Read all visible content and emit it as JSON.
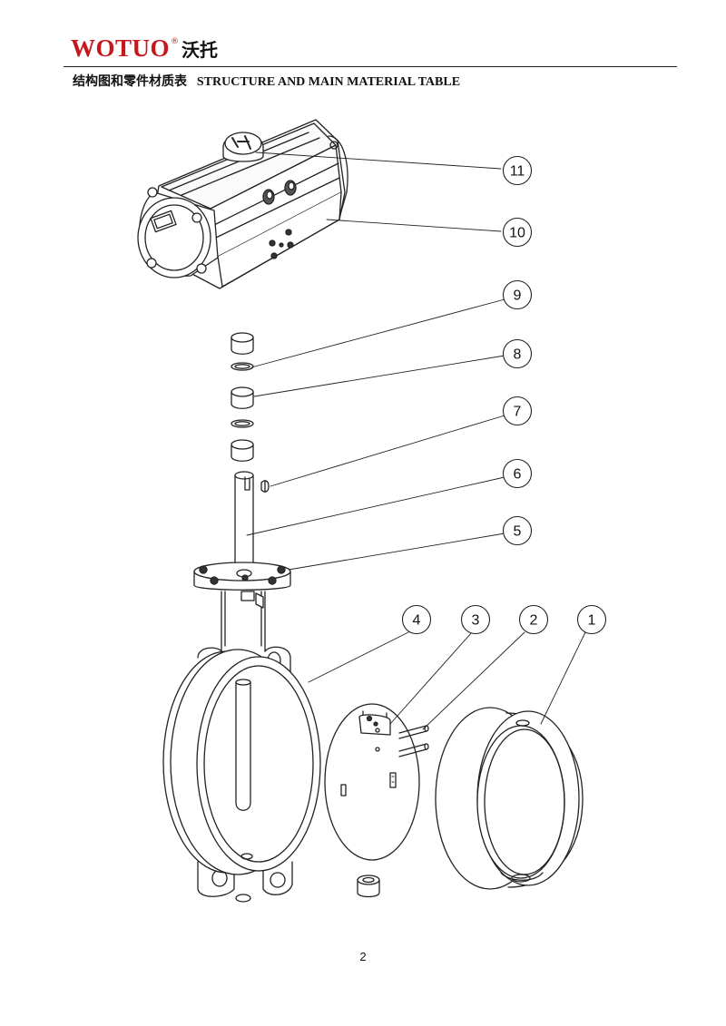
{
  "header": {
    "brand": "WOTUO",
    "registered_mark": "®",
    "brand_cn": "沃托",
    "title_cn": "结构图和零件材质表",
    "title_en": "STRUCTURE AND MAIN MATERIAL TABLE",
    "brand_color": "#c8161d"
  },
  "callouts": [
    "1",
    "2",
    "3",
    "4",
    "5",
    "6",
    "7",
    "8",
    "9",
    "10",
    "11"
  ],
  "footer": {
    "page_number": "2"
  }
}
